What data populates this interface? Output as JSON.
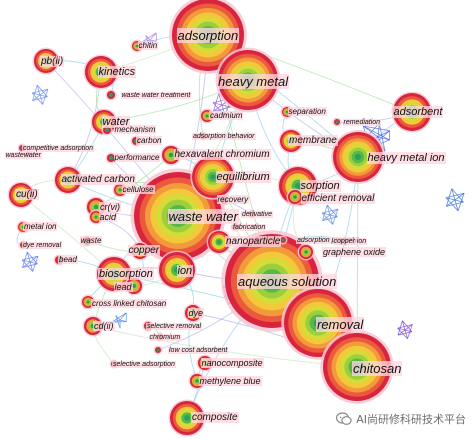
{
  "watermark": "AI尚研修科研技术平台",
  "keywords": [
    "adsorption",
    "heavy metal",
    "aqueous solution",
    "waste water",
    "removal",
    "chitosan",
    "heavy metal ion",
    "adsorbent",
    "sorption",
    "equilibrium",
    "ion",
    "biosorption",
    "activated carbon",
    "kinetics",
    "pb(ii)",
    "cu(ii)",
    "composite",
    "water",
    "membrane",
    "nanoparticle",
    "copper",
    "lead",
    "dye",
    "cd(ii)",
    "cr(vi)",
    "acid",
    "hexavalent chromium",
    "efficient removal",
    "graphene oxide",
    "nanocomposite",
    "methylene blue",
    "chitin",
    "waste water treatment",
    "cadmium",
    "mechanism",
    "carbon",
    "adsorption behavior",
    "separation",
    "remediation",
    "performance",
    "competitive adsorption",
    "wastewater",
    "cellulose",
    "metal ion",
    "dye removal",
    "bead",
    "waste",
    "recovery",
    "derivative",
    "fabrication",
    "adsorption property",
    "copper ion",
    "cross linked chitosan",
    "selective removal",
    "chromium",
    "low cost adsorbent",
    "selective adsorption"
  ]
}
